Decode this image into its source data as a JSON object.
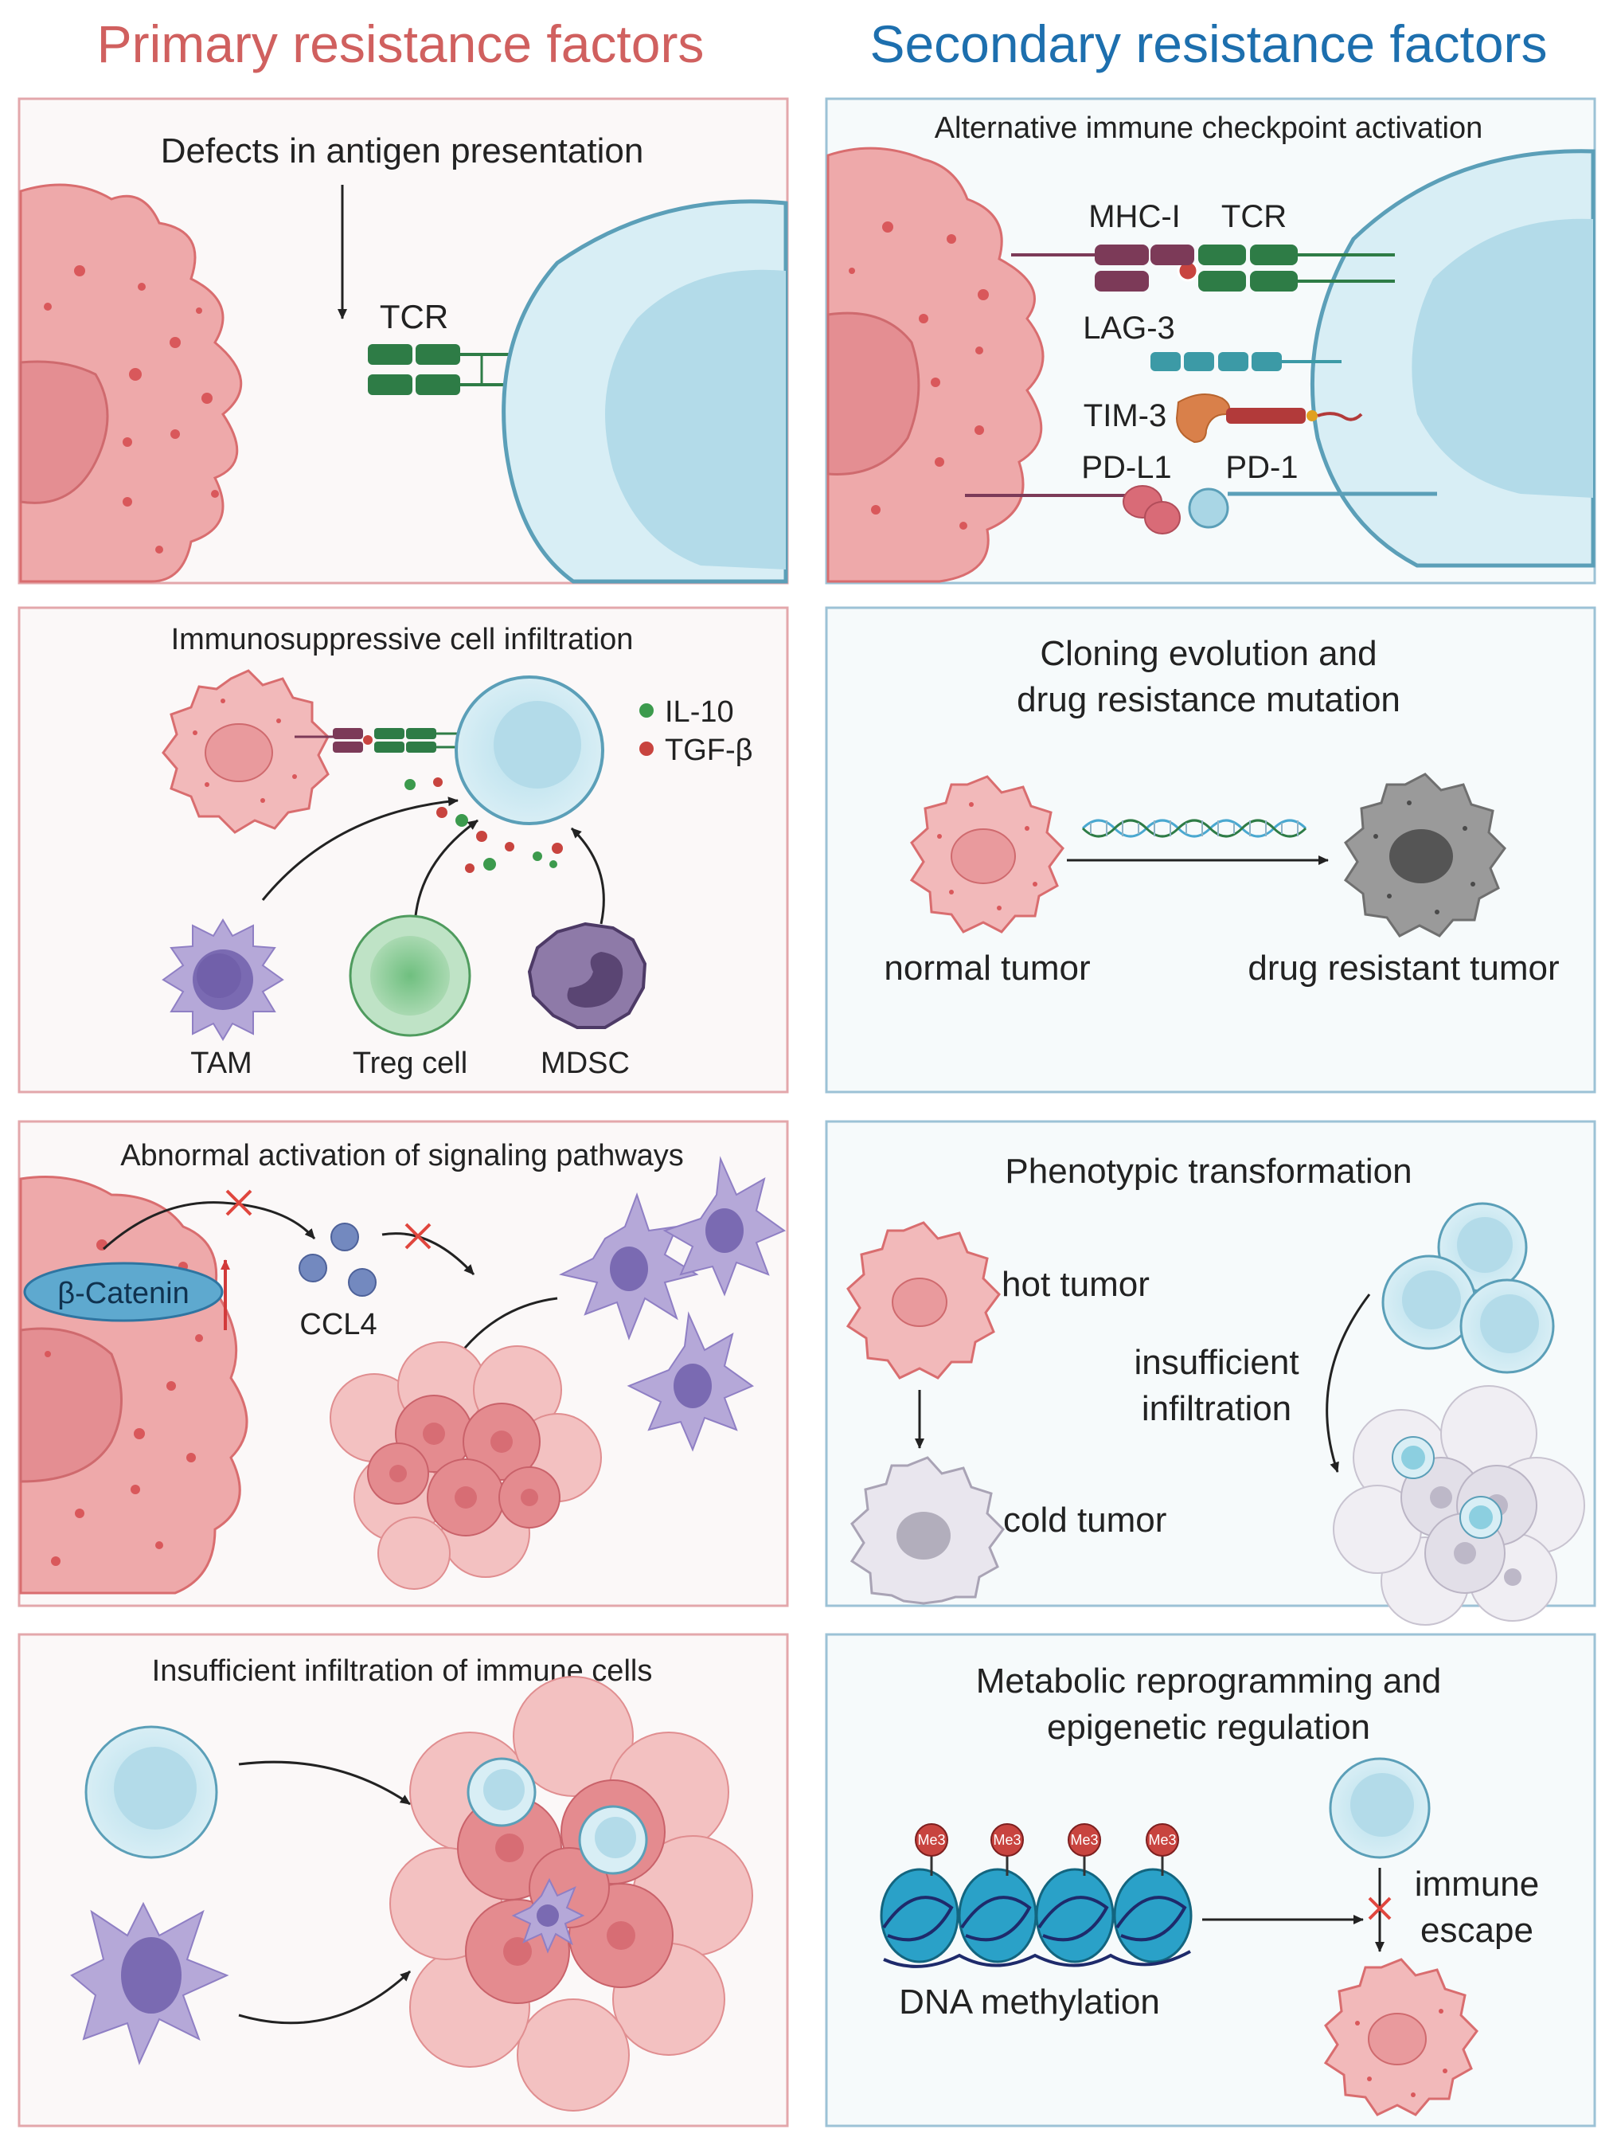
{
  "columns": {
    "primary": {
      "title": "Primary resistance factors",
      "color": "#d0605f"
    },
    "secondary": {
      "title": "Secondary resistance factors",
      "color": "#1d6fae"
    }
  },
  "colors": {
    "primary_border": "#e3a7ab",
    "secondary_border": "#9cc2d6",
    "tumor_fill": "#eea9aa",
    "tumor_stroke": "#d96d6f",
    "tcell_fill": "#cfe9f1",
    "tcell_stroke": "#5b9fb8",
    "dc_fill": "#b5a8d8",
    "receptor_green": "#2e7c46",
    "receptor_maroon": "#7c3a58",
    "lag3_teal": "#3c9aa6",
    "il10_green": "#3c9a4d",
    "tgfb_red": "#c8443f",
    "nucleosome_blue": "#2aa1c8"
  },
  "panels": {
    "p1": {
      "title": "Defects in antigen presentation",
      "tcr_label": "TCR"
    },
    "p2": {
      "title": "Immunosuppressive cell infiltration",
      "legend": [
        "IL-10",
        "TGF-β"
      ],
      "cells": [
        "TAM",
        "Treg cell",
        "MDSC"
      ]
    },
    "p3": {
      "title": "Abnormal activation of signaling pathways",
      "beta_catenin": "β-Catenin",
      "ccl4": "CCL4"
    },
    "p4": {
      "title": "Insufficient infiltration of immune cells"
    },
    "s1": {
      "title": "Alternative immune checkpoint activation",
      "labels": [
        "MHC-I",
        "TCR",
        "LAG-3",
        "TIM-3",
        "PD-L1",
        "PD-1"
      ]
    },
    "s2": {
      "title_line1": "Cloning evolution and",
      "title_line2": "drug resistance mutation",
      "normal_label": "normal tumor",
      "resistant_label": "drug resistant tumor"
    },
    "s3": {
      "title": "Phenotypic transformation",
      "hot_label": "hot tumor",
      "cold_label": "cold tumor",
      "infiltration_line1": "insufficient",
      "infiltration_line2": "infiltration"
    },
    "s4": {
      "title_line1": "Metabolic reprogramming and",
      "title_line2": "epigenetic regulation",
      "me3": "Me3",
      "dna_label": "DNA methylation",
      "escape_line1": "immune",
      "escape_line2": "escape"
    }
  }
}
